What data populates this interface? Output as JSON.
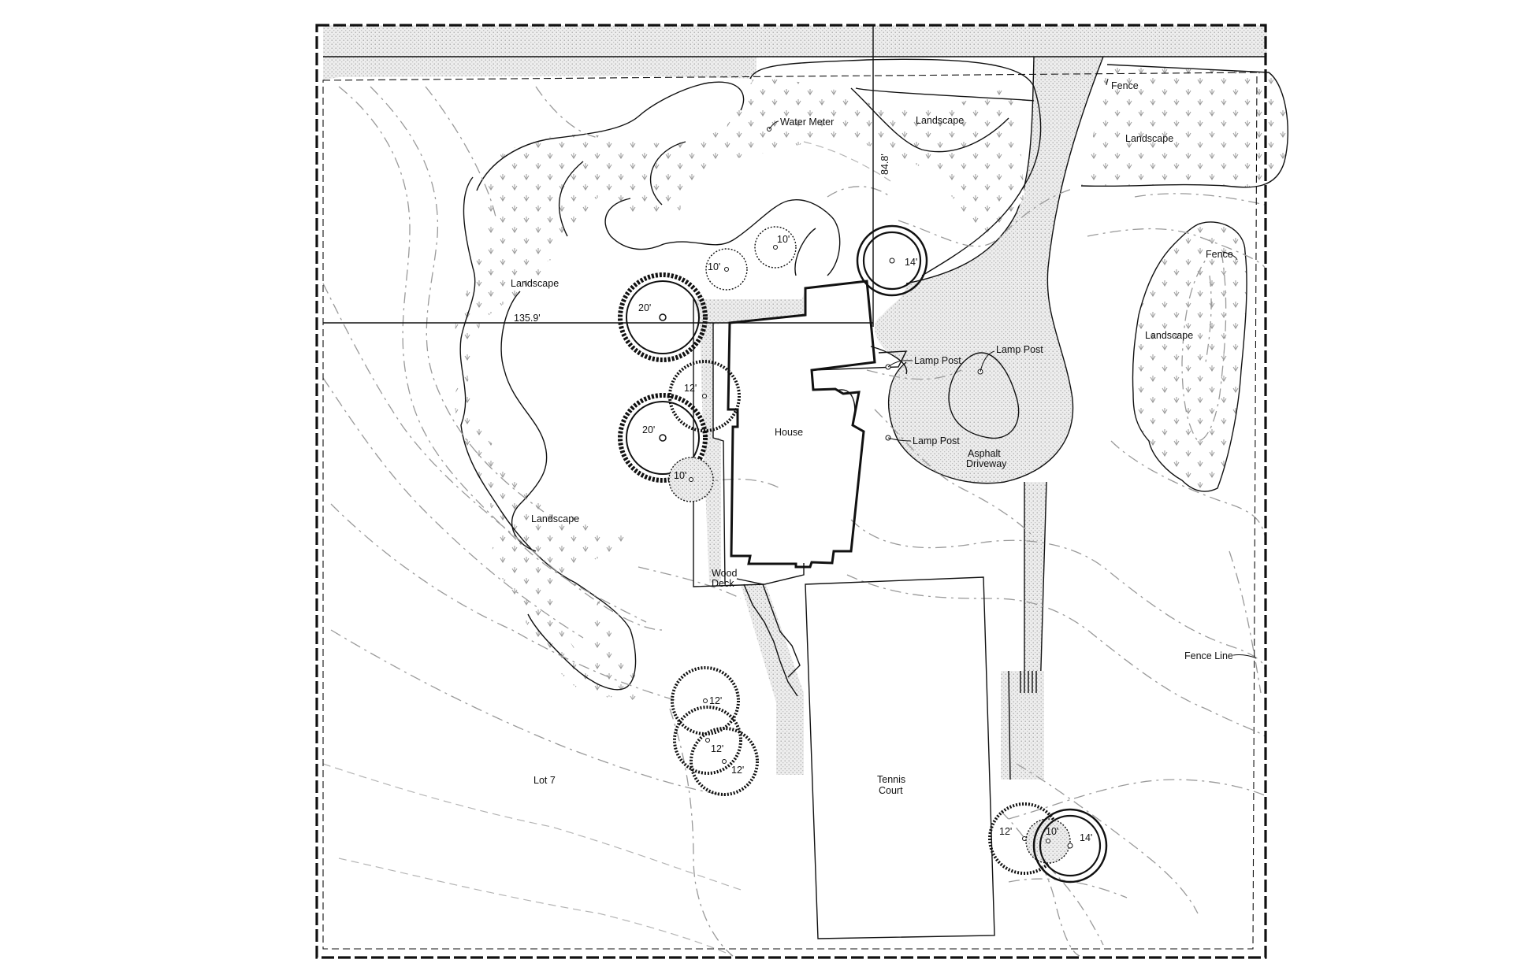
{
  "plan": {
    "area_labels": {
      "landscape_nw": "Landscape",
      "landscape_north": "Landscape",
      "landscape_ne": "Landscape",
      "landscape_east": "Landscape",
      "landscape_sw": "Landscape",
      "house": "House",
      "wood_deck_1": "Wood",
      "wood_deck_2": "Deck",
      "driveway_1": "Asphalt",
      "driveway_2": "Driveway",
      "tennis_1": "Tennis",
      "tennis_2": "Court",
      "lot": "Lot 7"
    },
    "callouts": {
      "water_meter": "Water Meter",
      "fence_top": "Fence",
      "fence_east": "Fence",
      "fence_line": "Fence Line",
      "lamp_post_1": "Lamp Post",
      "lamp_post_2": "Lamp Post",
      "lamp_post_3": "Lamp Post"
    },
    "dimensions": {
      "north_south": "84.8'",
      "east_west": "135.9'"
    },
    "trees": [
      {
        "label": "10'"
      },
      {
        "label": "10'"
      },
      {
        "label": "14'"
      },
      {
        "label": "20'"
      },
      {
        "label": "12'"
      },
      {
        "label": "20'"
      },
      {
        "label": "10'"
      },
      {
        "label": "12'"
      },
      {
        "label": "12'"
      },
      {
        "label": "12'"
      },
      {
        "label": "12'"
      },
      {
        "label": "10'"
      },
      {
        "label": "14'"
      }
    ]
  }
}
